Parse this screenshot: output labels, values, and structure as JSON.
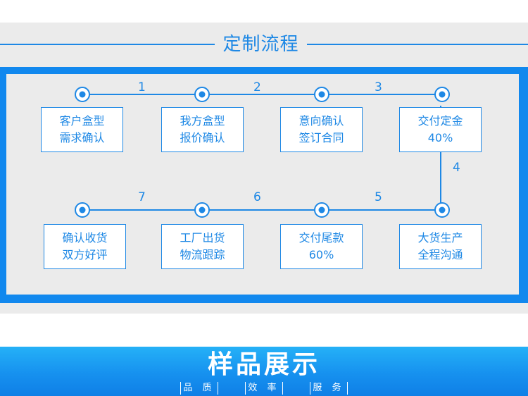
{
  "header": {
    "title": "定制流程"
  },
  "flow": {
    "step_numbers": [
      "1",
      "2",
      "3",
      "4",
      "5",
      "6",
      "7"
    ],
    "steps": [
      {
        "line1": "客户盒型",
        "line2": "需求确认"
      },
      {
        "line1": "我方盒型",
        "line2": "报价确认"
      },
      {
        "line1": "意向确认",
        "line2": "签订合同"
      },
      {
        "line1": "交付定金",
        "line2": "40%"
      },
      {
        "line1": "大货生产",
        "line2": "全程沟通"
      },
      {
        "line1": "交付尾款",
        "line2": "60%"
      },
      {
        "line1": "工厂出货",
        "line2": "物流跟踪"
      },
      {
        "line1": "确认收货",
        "line2": "双方好评"
      }
    ]
  },
  "footer": {
    "title": "样品展示",
    "tags": [
      "品 质",
      "效 率",
      "服 务"
    ]
  },
  "colors": {
    "accent": "#1e88e5",
    "panel_border": "#1188ee",
    "band": "#ebebeb"
  }
}
